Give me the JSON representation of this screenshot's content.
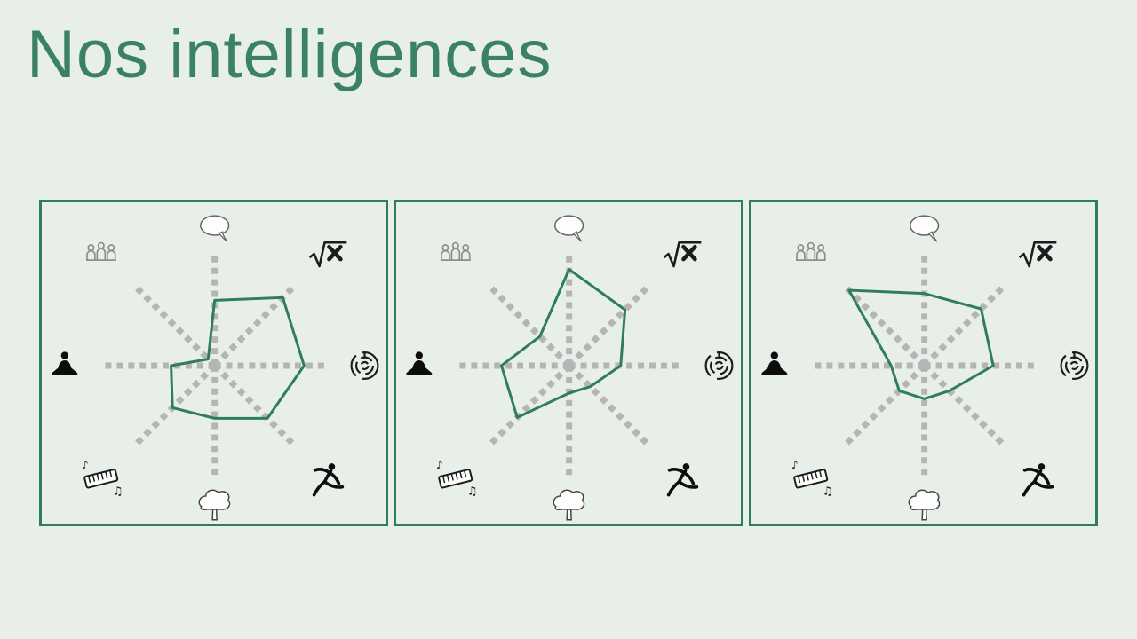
{
  "slide": {
    "title": "Nos intelligences"
  },
  "colors": {
    "background": "#e8efe9",
    "title": "#3a8168",
    "panel_border": "#2e7d5b",
    "axis": "#b5b5b5",
    "polygon": "#2e7d5b",
    "icon_dark": "#1c1c1c",
    "icon_gray": "#8e8e8e"
  },
  "radar": {
    "axes": [
      {
        "icon": "speech-bubble-icon"
      },
      {
        "icon": "sqrt-x-icon"
      },
      {
        "icon": "maze-icon"
      },
      {
        "icon": "dancer-icon"
      },
      {
        "icon": "tree-icon"
      },
      {
        "icon": "piano-icon"
      },
      {
        "icon": "meditation-icon"
      },
      {
        "icon": "people-group-icon"
      }
    ]
  },
  "chart_data": [
    {
      "type": "radar",
      "title": "",
      "categories": [
        "speech-bubble",
        "square-root-x",
        "maze",
        "dancer",
        "tree",
        "piano-music",
        "meditation",
        "people-group"
      ],
      "values": [
        0.57,
        0.84,
        0.78,
        0.65,
        0.46,
        0.52,
        0.38,
        0.08
      ],
      "range": [
        0,
        1
      ],
      "axes_style": "8 dashed radial spokes from center",
      "legend": "none"
    },
    {
      "type": "radar",
      "title": "",
      "categories": [
        "speech-bubble",
        "square-root-x",
        "maze",
        "dancer",
        "tree",
        "piano-music",
        "meditation",
        "people-group"
      ],
      "values": [
        0.84,
        0.69,
        0.45,
        0.26,
        0.24,
        0.64,
        0.59,
        0.36
      ],
      "range": [
        0,
        1
      ],
      "axes_style": "8 dashed radial spokes from center",
      "legend": "none"
    },
    {
      "type": "radar",
      "title": "",
      "categories": [
        "speech-bubble",
        "square-root-x",
        "maze",
        "dancer",
        "tree",
        "piano-music",
        "meditation",
        "people-group"
      ],
      "values": [
        0.63,
        0.7,
        0.6,
        0.31,
        0.29,
        0.31,
        0.29,
        0.93
      ],
      "range": [
        0,
        1
      ],
      "axes_style": "8 dashed radial spokes from center",
      "legend": "none"
    }
  ]
}
